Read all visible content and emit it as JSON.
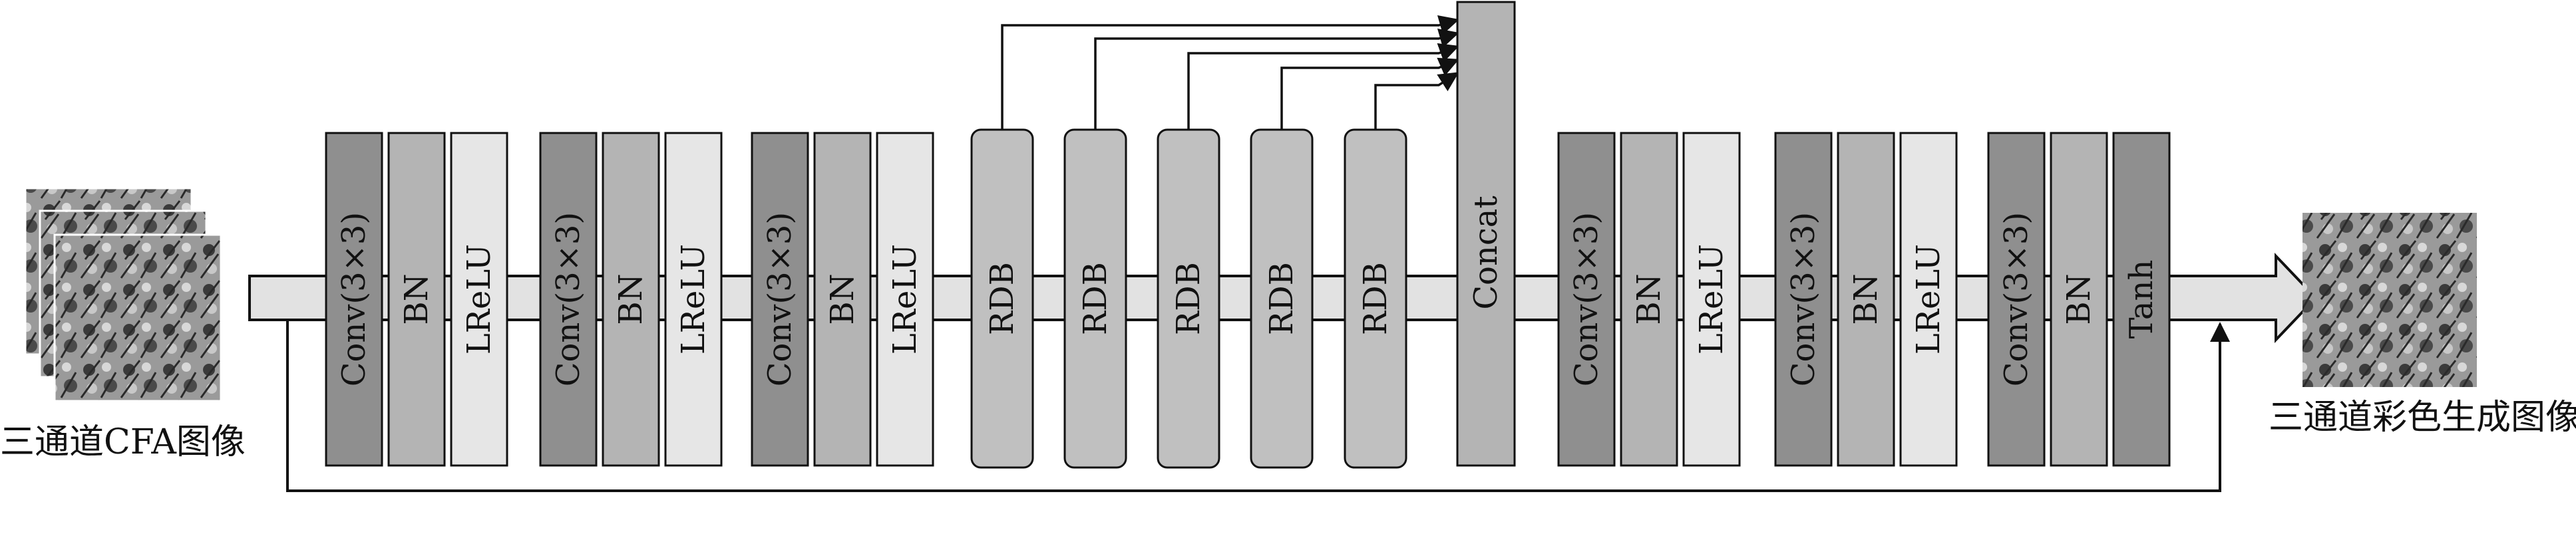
{
  "input_label": "三通道CFA图像",
  "output_label": "三通道彩色生成图像",
  "groups": [
    {
      "layers": [
        {
          "label": "Conv(3×3)",
          "kind": "conv"
        },
        {
          "label": "BN",
          "kind": "bn"
        },
        {
          "label": "LReLU",
          "kind": "act"
        }
      ]
    },
    {
      "layers": [
        {
          "label": "Conv(3×3)",
          "kind": "conv"
        },
        {
          "label": "BN",
          "kind": "bn"
        },
        {
          "label": "LReLU",
          "kind": "act"
        }
      ]
    },
    {
      "layers": [
        {
          "label": "Conv(3×3)",
          "kind": "conv"
        },
        {
          "label": "BN",
          "kind": "bn"
        },
        {
          "label": "LReLU",
          "kind": "act"
        }
      ]
    }
  ],
  "rdb_blocks": [
    "RDB",
    "RDB",
    "RDB",
    "RDB",
    "RDB"
  ],
  "concat_label": "Concat",
  "post_groups": [
    {
      "layers": [
        {
          "label": "Conv(3×3)",
          "kind": "conv"
        },
        {
          "label": "BN",
          "kind": "bn"
        },
        {
          "label": "LReLU",
          "kind": "act"
        }
      ]
    },
    {
      "layers": [
        {
          "label": "Conv(3×3)",
          "kind": "conv"
        },
        {
          "label": "BN",
          "kind": "bn"
        },
        {
          "label": "LReLU",
          "kind": "act"
        }
      ]
    },
    {
      "layers": [
        {
          "label": "Conv(3×3)",
          "kind": "conv"
        },
        {
          "label": "BN",
          "kind": "bn"
        },
        {
          "label": "Tanh",
          "kind": "conv"
        }
      ]
    }
  ],
  "colors": {
    "conv": "#8f8f8f",
    "bn": "#b4b4b4",
    "act": "#e6e6e6",
    "rdb": "#c0c0c0",
    "concat": "#b4b4b4",
    "stream": "#e2e2e2",
    "stroke": "#111111"
  },
  "icons": {
    "input_image": "flower-bouquet-grayscale-stack",
    "output_image": "flower-bouquet-grayscale"
  }
}
